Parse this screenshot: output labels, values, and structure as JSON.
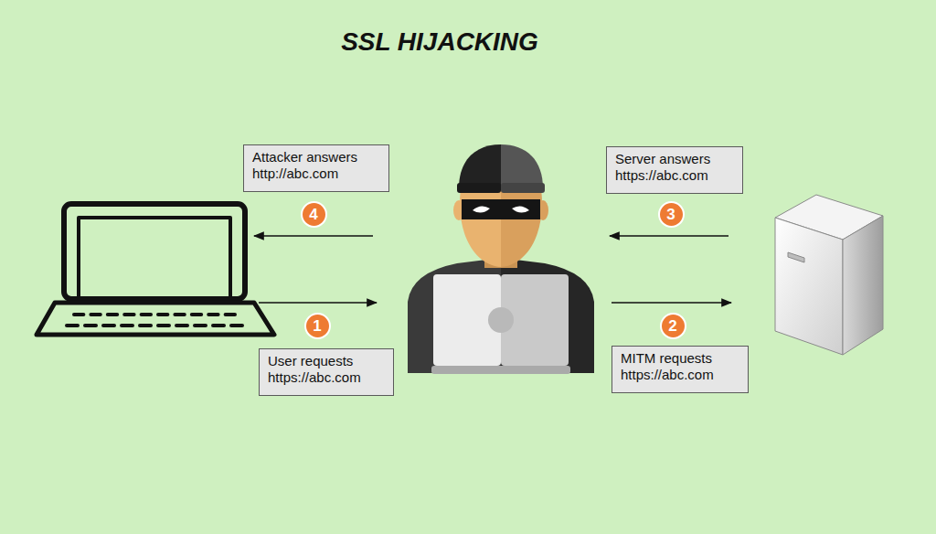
{
  "diagram": {
    "title": "SSL HIJACKING",
    "nodes": [
      {
        "text": [
          "Attacker answers",
          "http://abc.com"
        ]
      },
      {
        "text": [
          "Server answers",
          "https://abc.com"
        ]
      },
      {
        "text": [
          "4"
        ]
      },
      {
        "text": [
          "3"
        ]
      },
      {
        "text": [
          "1"
        ]
      },
      {
        "text": [
          "2"
        ]
      },
      {
        "text": [
          "User requests",
          "https://abc.com"
        ]
      },
      {
        "text": [
          "MITM requests",
          "https://abc.com"
        ]
      }
    ]
  }
}
